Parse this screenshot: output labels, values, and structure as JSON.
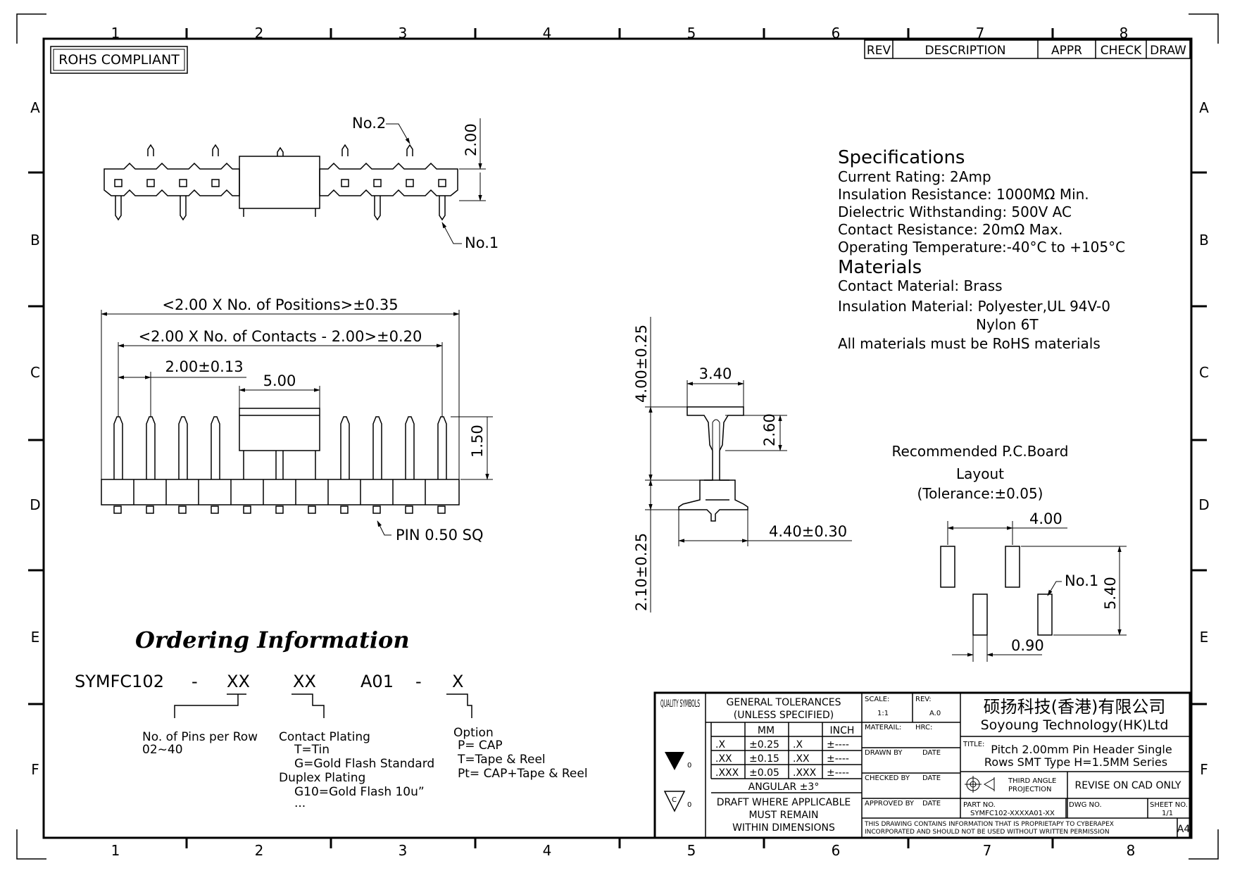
{
  "frame": {
    "col_labels": [
      "1",
      "2",
      "3",
      "4",
      "5",
      "6",
      "7",
      "8"
    ],
    "row_labels": [
      "A",
      "B",
      "C",
      "D",
      "E",
      "F"
    ]
  },
  "rohs_label": "ROHS COMPLIANT",
  "rev_table": {
    "rev": "REV",
    "description": "DESCRIPTION",
    "appr": "APPR",
    "check": "CHECK",
    "draw": "DRAW"
  },
  "top_view": {
    "no2": "No.2",
    "no1": "No.1",
    "height_dim": "2.00"
  },
  "front_view": {
    "positions_dim": "<2.00 X No. of Positions>±0.35",
    "contacts_dim": "<2.00 X No. of Contacts - 2.00>±0.20",
    "pitch_dim": "2.00±0.13",
    "cap_dim": "5.00",
    "pin_height_dim": "1.50",
    "pin_note": "PIN 0.50 SQ"
  },
  "side_view": {
    "top_len": "4.00±0.25",
    "cap_width": "3.40",
    "cap_height": "2.60",
    "bottom_len": "2.10±0.25",
    "foot_width": "4.40±0.30"
  },
  "specifications": {
    "title": "Specifications",
    "lines": [
      "Current Rating:  2Amp",
      "Insulation Resistance: 1000MΩ Min.",
      "Dielectric Withstanding:  500V AC",
      "Contact Resistance:  20mΩ Max.",
      "Operating Temperature:-40°C to +105°C"
    ]
  },
  "materials": {
    "title": "Materials",
    "lines": [
      "Contact Material: Brass",
      "Insulation Material: Polyester,UL 94V-0",
      "Nylon 6T",
      "All materials must be RoHS materials"
    ]
  },
  "pcb_layout": {
    "title_lines": [
      "Recommended P.C.Board",
      "Layout",
      "(Tolerance:±0.05)"
    ],
    "pitch_dim": "4.00",
    "row_dim": "5.40",
    "pad_dim": "0.90",
    "no1": "No.1"
  },
  "ordering": {
    "title": "Ordering Information",
    "code": [
      "SYMFC102",
      "-",
      "XX",
      "XX",
      "A01",
      "-",
      "X"
    ],
    "pins_label": "No. of Pins per Row",
    "pins_range": "02~40",
    "plating_lines": [
      "Contact Plating",
      "T=Tin",
      "G=Gold Flash Standard",
      "Duplex Plating",
      "G10=Gold Flash 10u”",
      "..."
    ],
    "option_lines": [
      "Option",
      "P= CAP",
      "T=Tape & Reel",
      "Pt= CAP+Tape & Reel"
    ]
  },
  "title_block": {
    "quality_symbols": "QUALITY SYMBOLS",
    "general_tol": "GENERAL TOLERANCES",
    "unless": "(UNLESS SPECIFIED)",
    "mm": "MM",
    "inch": "INCH",
    "tol_rows": [
      {
        "dec": ".X",
        "mm": "±0.25",
        "idec": ".X",
        "inch": "±----"
      },
      {
        "dec": ".XX",
        "mm": "±0.15",
        "idec": ".XX",
        "inch": "±----"
      },
      {
        "dec": ".XXX",
        "mm": "±0.05",
        "idec": ".XXX",
        "inch": "±----"
      }
    ],
    "angular": "ANGULAR ±3°",
    "draft_lines": [
      "DRAFT WHERE APPLICABLE",
      "MUST REMAIN",
      "WITHIN DIMENSIONS"
    ],
    "scale_label": "SCALE:",
    "scale_value": "1:1",
    "rev_label": "REV:",
    "rev_value": "A.0",
    "material_label": "MATERAIL:",
    "hrc_label": "HRC:",
    "drawn_by": "DRAWN BY",
    "checked_by": "CHECKED BY",
    "approved_by": "APPROVED BY",
    "date": "DATE",
    "company_cn": "硕扬科技(香港)有限公司",
    "company_en": "Soyoung Technology(HK)Ltd",
    "title_label": "TITLE:",
    "title_lines": [
      "Pitch 2.00mm Pin Header Single",
      "Rows SMT Type H=1.5MM Series"
    ],
    "projection_lines": [
      "THIRD ANGLE",
      "PROJECTION"
    ],
    "revise_note": "REVISE ON CAD ONLY",
    "part_no_label": "PART NO.",
    "part_no": "SYMFC102-XXXXA01-XX",
    "dwg_no_label": "DWG NO.",
    "sheet_no_label": "SHEET NO.",
    "sheet_no": "1/1",
    "prop_lines": [
      "THIS DRAWING CONTAINS INFORMATION THAT IS PROPRIETAPY TO CYBERAPEX",
      "INCORPORATED AND SHOULD NOT BE USED WITHOUT WRITTEN PERMISSION"
    ],
    "size": "A4",
    "q1": "0",
    "q2": "0",
    "q2_letter": "C"
  }
}
